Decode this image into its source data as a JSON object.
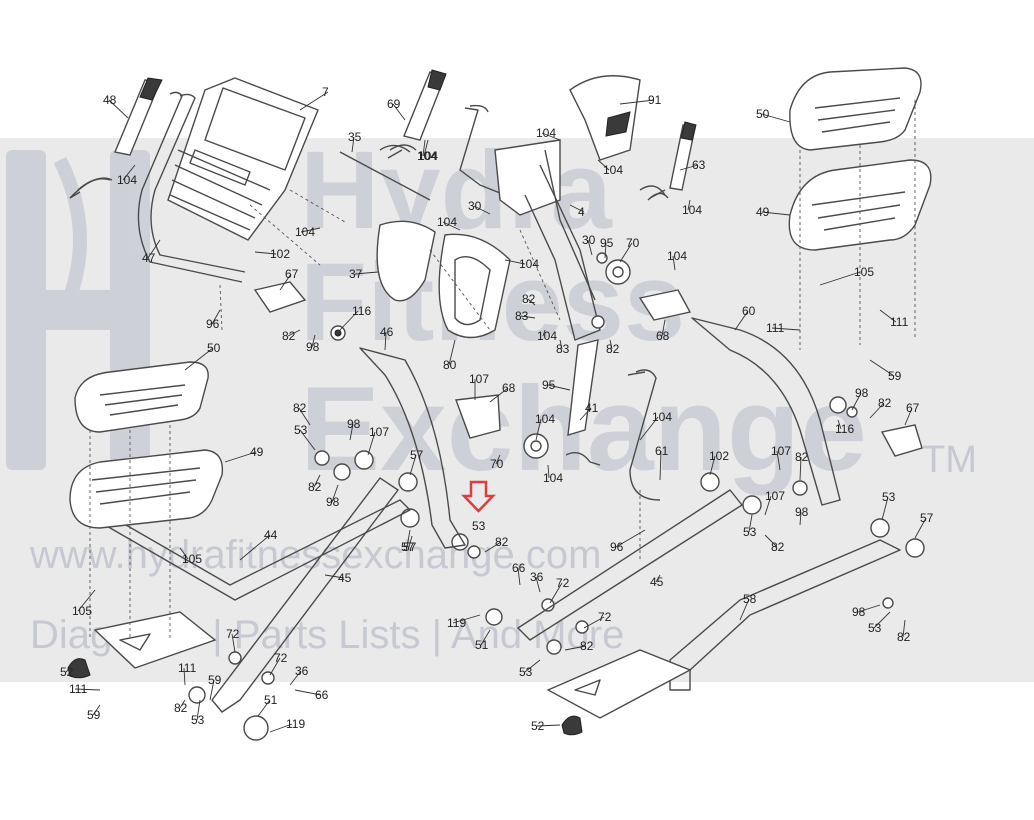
{
  "watermark": {
    "brand_line1": "Hydra",
    "brand_line2": "Fitness",
    "brand_line3": "Exchange",
    "trademark": "TM",
    "url": "www.hydrafitnessexchange.com",
    "tagline": "Diagrams | Parts Lists | And More",
    "band_color": "#dcdcdc",
    "text_color": "#b7bcc8"
  },
  "arrow": {
    "color": "#e03c3c",
    "label": "53"
  },
  "callouts": [
    "48",
    "104",
    "47",
    "7",
    "104",
    "102",
    "104",
    "67",
    "96",
    "82",
    "98",
    "116",
    "35",
    "69",
    "104",
    "37",
    "104",
    "30",
    "104",
    "80",
    "46",
    "91",
    "104",
    "104",
    "4",
    "30",
    "95",
    "70",
    "104",
    "82",
    "83",
    "104",
    "83",
    "82",
    "68",
    "63",
    "104",
    "50",
    "49",
    "105",
    "111",
    "111",
    "59",
    "60",
    "98",
    "82",
    "116",
    "67",
    "50",
    "49",
    "82",
    "98",
    "107",
    "53",
    "82",
    "98",
    "57",
    "107",
    "68",
    "104",
    "70",
    "104",
    "95",
    "41",
    "104",
    "61",
    "102",
    "107",
    "82",
    "53",
    "107",
    "98",
    "82",
    "53",
    "57",
    "57",
    "96",
    "44",
    "45",
    "105",
    "105",
    "82",
    "57",
    "66",
    "36",
    "72",
    "119",
    "51",
    "72",
    "53",
    "82",
    "45",
    "58",
    "98",
    "53",
    "82",
    "72",
    "111",
    "111",
    "59",
    "82",
    "59",
    "53",
    "72",
    "36",
    "66",
    "51",
    "119",
    "52",
    "52"
  ]
}
